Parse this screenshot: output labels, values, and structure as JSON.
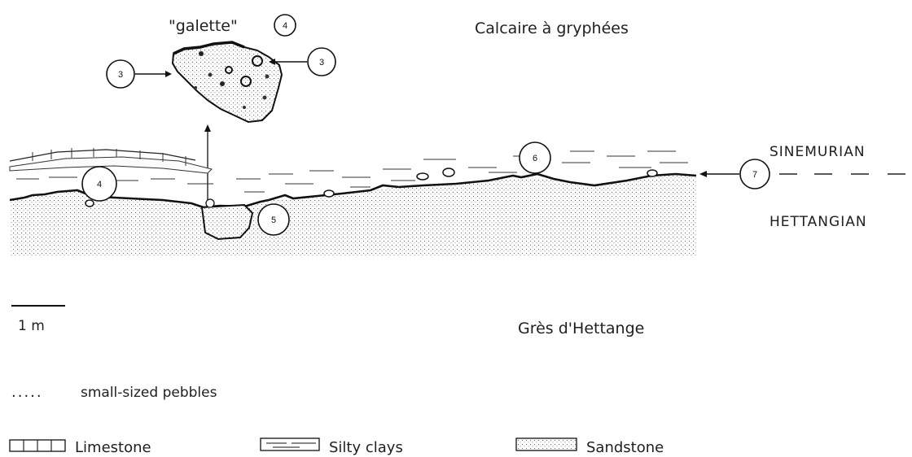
{
  "figure": {
    "formation_top": "Calcaire à gryphées",
    "formation_bottom": "Grès d'Hettange",
    "stage_upper": "SINEMURIAN",
    "stage_lower": "HETTANGIAN",
    "galette_label": "\"galette\"",
    "scale_label": "1 m",
    "pebbles_note": "small-sized pebbles"
  },
  "callouts": {
    "galette_num": "4",
    "left_3": "3",
    "right_3": "3",
    "surface_4": "4",
    "block_5": "5",
    "surface_6": "6",
    "boundary_7": "7"
  },
  "legend": {
    "limestone": "Limestone",
    "silty_clays": "Silty clays",
    "sandstone": "Sandstone"
  }
}
